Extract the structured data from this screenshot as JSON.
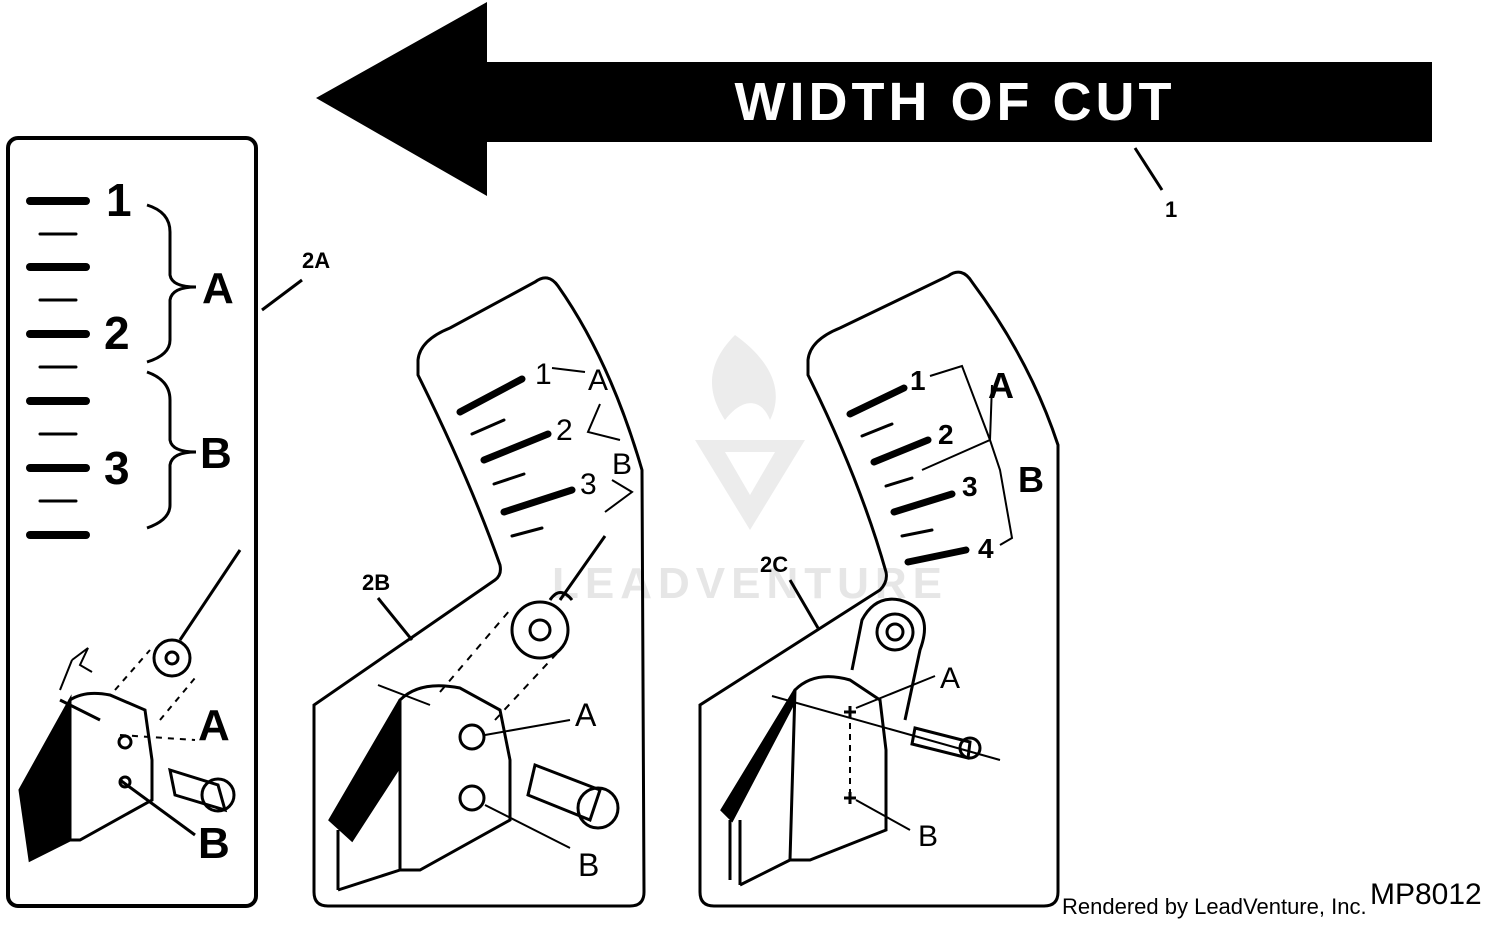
{
  "arrow": {
    "label": "WIDTH OF CUT",
    "callout": "1"
  },
  "panel_2a": {
    "callout": "2A",
    "scale_numbers": [
      "1",
      "2",
      "3"
    ],
    "range_labels": [
      "A",
      "B"
    ],
    "hole_labels": [
      "A",
      "B"
    ]
  },
  "panel_2b": {
    "callout": "2B",
    "scale_numbers": [
      "1",
      "2",
      "3"
    ],
    "range_labels": [
      "A",
      "B"
    ],
    "hole_labels": [
      "A",
      "B"
    ]
  },
  "panel_2c": {
    "callout": "2C",
    "scale_numbers": [
      "1",
      "2",
      "3",
      "4"
    ],
    "range_labels": [
      "A",
      "B"
    ],
    "hole_labels": [
      "A",
      "B"
    ]
  },
  "footer": {
    "credit": "Rendered by LeadVenture, Inc.",
    "code": "MP8012"
  },
  "watermark": {
    "text": "LEADVENTURE"
  },
  "colors": {
    "ink": "#000000",
    "paper": "#ffffff",
    "watermark": "#e6e6e6"
  }
}
